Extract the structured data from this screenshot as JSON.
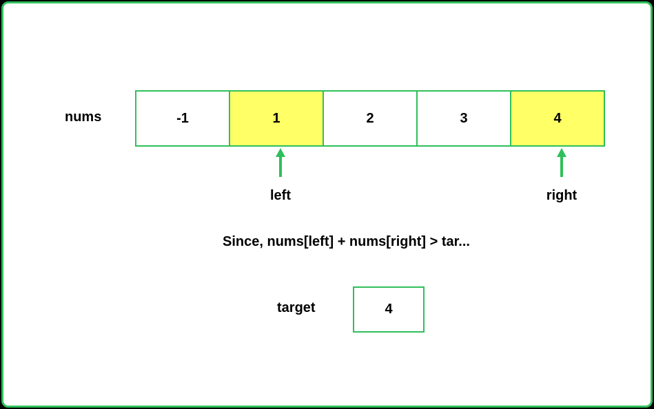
{
  "diagram": {
    "nums_label": "nums",
    "nums": [
      {
        "value": "-1",
        "highlighted": false
      },
      {
        "value": "1",
        "highlighted": true
      },
      {
        "value": "2",
        "highlighted": false
      },
      {
        "value": "3",
        "highlighted": false
      },
      {
        "value": "4",
        "highlighted": true
      }
    ],
    "pointers": {
      "left": {
        "label": "left",
        "index": 1
      },
      "right": {
        "label": "right",
        "index": 4
      }
    },
    "caption": "Since, nums[left] + nums[right] > tar...",
    "target_label": "target",
    "target_value": "4"
  },
  "colors": {
    "border": "#2fbf5a",
    "highlight": "#ffff66",
    "background": "#ffffff",
    "outer": "#000000"
  }
}
